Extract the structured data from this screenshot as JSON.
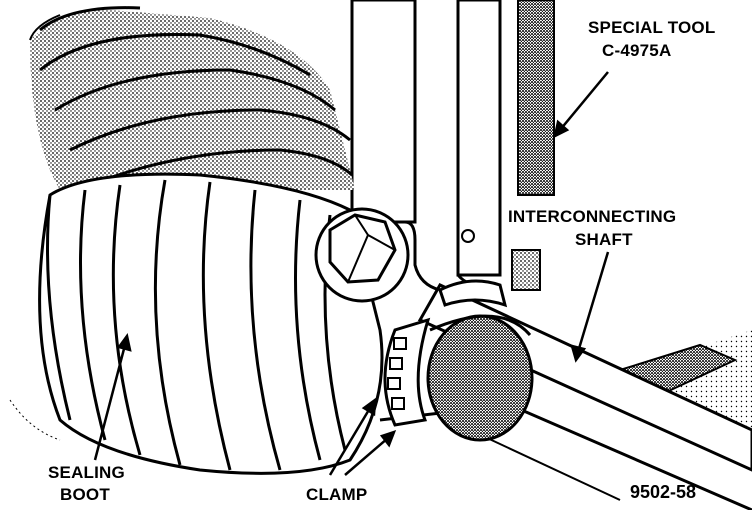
{
  "figure": {
    "figure_id": "9502-58",
    "labels": {
      "special_tool_line1": "SPECIAL TOOL",
      "special_tool_line2": "C-4975A",
      "shaft_line1": "INTERCONNECTING",
      "shaft_line2": "SHAFT",
      "boot_line1": "SEALING",
      "boot_line2": "BOOT",
      "clamp": "CLAMP"
    }
  },
  "colors": {
    "ink": "#000000",
    "paper": "#ffffff",
    "shade": "#8a8a8a"
  }
}
